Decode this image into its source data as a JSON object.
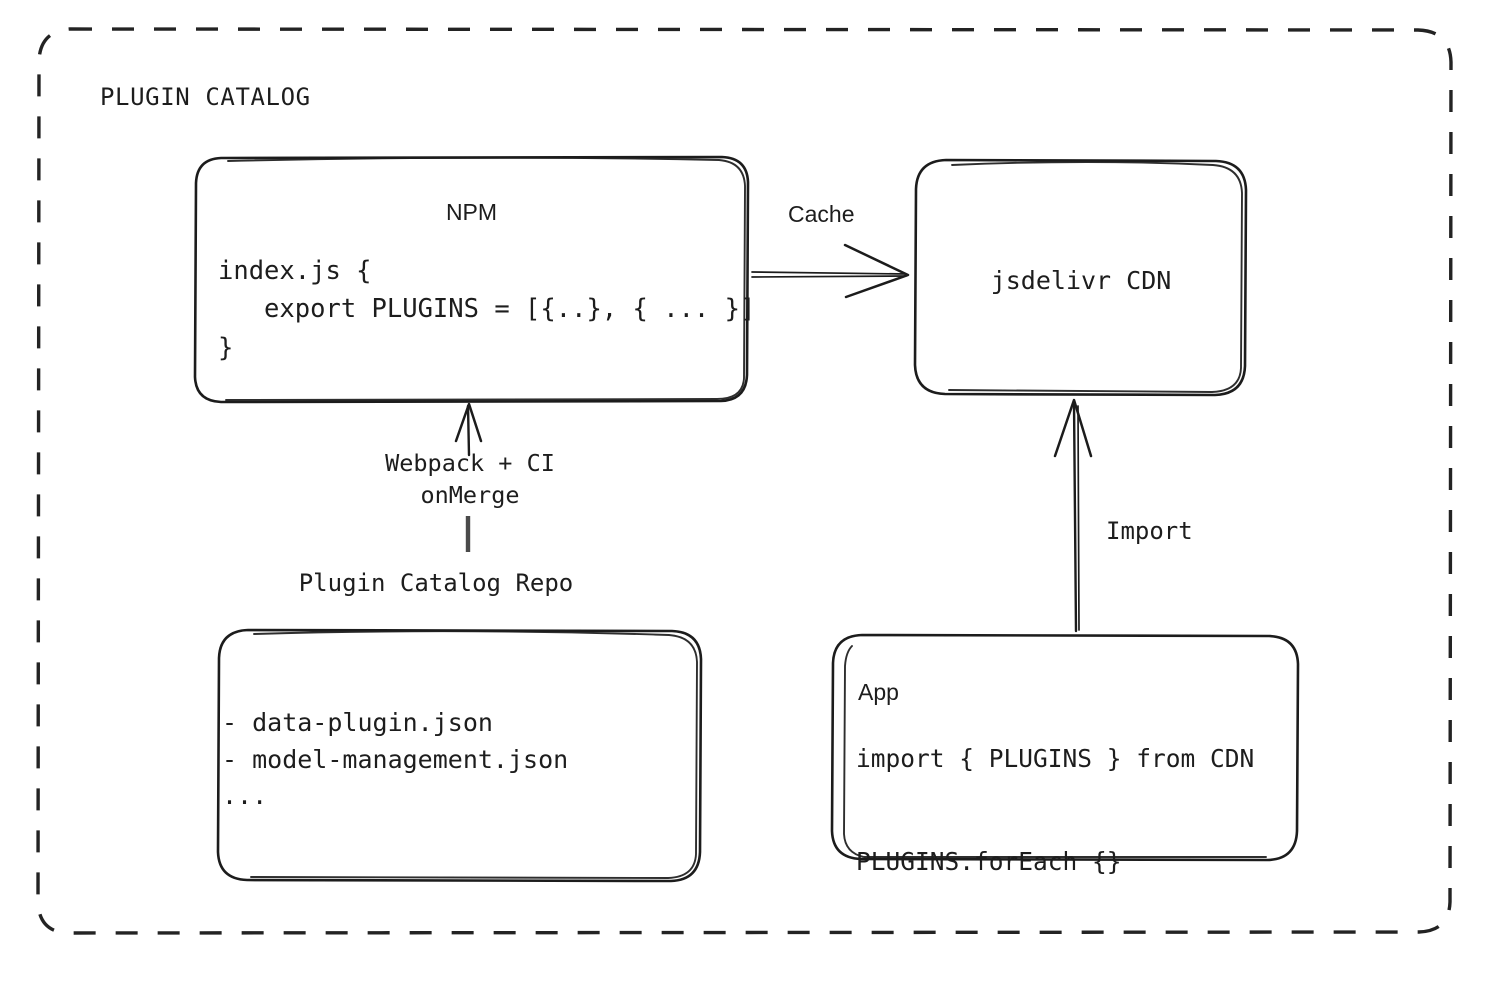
{
  "diagram": {
    "title": "PLUGIN CATALOG",
    "theme": {
      "stroke": "#1c1c1c",
      "dashed_border": "#232323",
      "background": "#ffffff",
      "text": "#1d1d1d"
    },
    "nodes": {
      "npm": {
        "title": "NPM",
        "code_lines": [
          "index.js {",
          "   export PLUGINS = [{..}, { ... }]",
          "}"
        ],
        "code_block": "index.js {\n   export PLUGINS = [{..}, { ... }]\n}"
      },
      "cdn": {
        "title": "jsdelivr CDN"
      },
      "repo": {
        "caption": "Plugin Catalog Repo",
        "code_lines": [
          "- data-plugin.json",
          "- model-management.json",
          "..."
        ],
        "code_block": "- data-plugin.json\n- model-management.json\n..."
      },
      "app": {
        "title": "App",
        "code_lines": [
          "import { PLUGINS } from CDN",
          "PLUGINS.forEach {}"
        ],
        "code_block": "import { PLUGINS } from CDN\n\nPLUGINS.forEach {}"
      }
    },
    "edges": {
      "npm_to_cdn": {
        "label": "Cache",
        "from": "npm",
        "to": "cdn",
        "direction": "right"
      },
      "repo_to_npm": {
        "label": "Webpack + CI\nonMerge",
        "label_line_1": "Webpack + CI",
        "label_line_2": "onMerge",
        "from": "repo",
        "to": "npm",
        "direction": "up"
      },
      "app_to_cdn": {
        "label": "Import",
        "from": "app",
        "to": "cdn",
        "direction": "up"
      }
    }
  }
}
